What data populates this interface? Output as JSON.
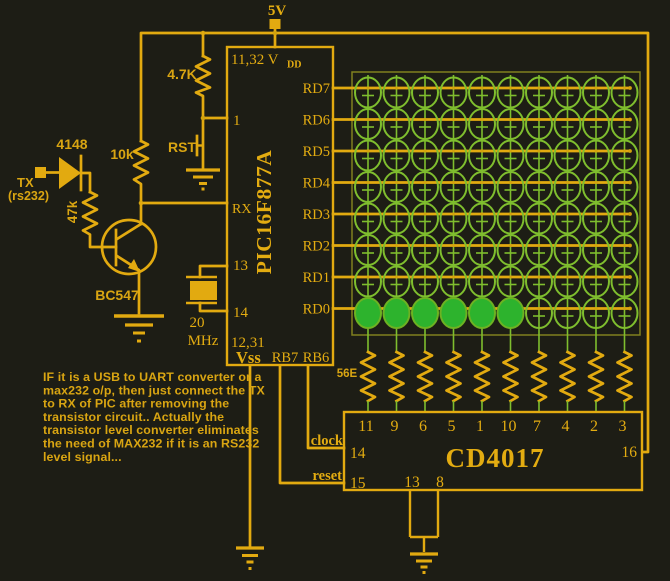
{
  "power": {
    "label": "5V"
  },
  "left": {
    "diode": "4148",
    "tx": "TX",
    "tx_type": "(rs232)",
    "r_base": "47k",
    "r_collector": "10k",
    "r_reset": "4.7K",
    "reset_label": "RST",
    "transistor": "BC547",
    "crystal_value": "20",
    "crystal_unit": "MHz"
  },
  "pic": {
    "part_number": "PIC16F877A",
    "vdd_pin_label": "11,32 V",
    "vdd_sub": "DD",
    "pin1": "1",
    "rx_label": "RX",
    "pin13": "13",
    "pin14": "14",
    "vss_pin_label": "12,31",
    "vss_label": "Vss",
    "rb7_label": "RB7",
    "rb6_label": "RB6",
    "rd_labels": [
      "RD7",
      "RD6",
      "RD5",
      "RD4",
      "RD3",
      "RD2",
      "RD1",
      "RD0"
    ]
  },
  "matrix": {
    "rows": 8,
    "cols": 10,
    "lit_row_index": 7,
    "lit_columns": 6
  },
  "resistors": {
    "value_label": "56E",
    "count": 10
  },
  "cd4017": {
    "part_number": "CD4017",
    "top_pins": [
      "11",
      "9",
      "6",
      "5",
      "1",
      "10",
      "7",
      "4",
      "2",
      "3"
    ],
    "clock_label": "clock",
    "reset_label": "reset",
    "pin_clock_num": "14",
    "pin_reset_num": "15",
    "pin_vdd_num": "16",
    "pin13": "13",
    "pin8": "8"
  },
  "note": {
    "lines": [
      "IF it is a USB to UART converter or a",
      "max232 o/p, then just connect the TX",
      "to RX of PIC after removing the",
      "transistor circuit..  Actually the",
      "transistor level converter eliminates",
      "the need of MAX232 if it is an RS232",
      "level signal..."
    ]
  },
  "colors": {
    "background": "#1d1d15",
    "wire_gold": "#e2aa10",
    "text_gold": "#e0a90f",
    "led_outline_green": "#7fbe2e",
    "led_lit_green": "#2db32d",
    "matrix_border": "#80801f"
  }
}
